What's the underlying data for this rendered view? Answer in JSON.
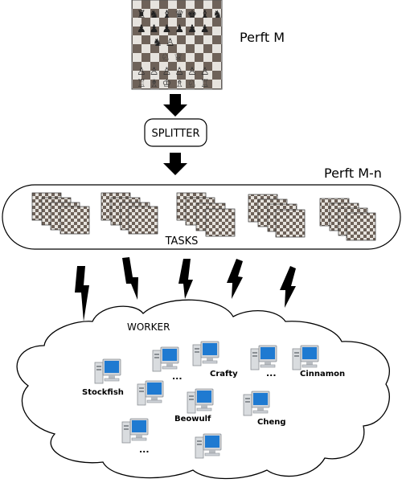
{
  "perft_label": "Perft M",
  "splitter_label": "SPLITTER",
  "subtree_label": "Perft M-n",
  "tasks_label": "TASKS",
  "worker_label": "WORKER",
  "engines": [
    "Stockfish",
    "Beowulf",
    "Crafty",
    "Cheng",
    "Cinnamon"
  ],
  "ellipses": [
    "...",
    "...",
    "..."
  ],
  "colors": {
    "board_light": "#e6e3de",
    "board_dark": "#6e6259",
    "stroke": "#000000",
    "monitor_blue": "#1f7ad1",
    "monitor_frame": "#cfd3d8",
    "tower": "#d9dcdf"
  }
}
